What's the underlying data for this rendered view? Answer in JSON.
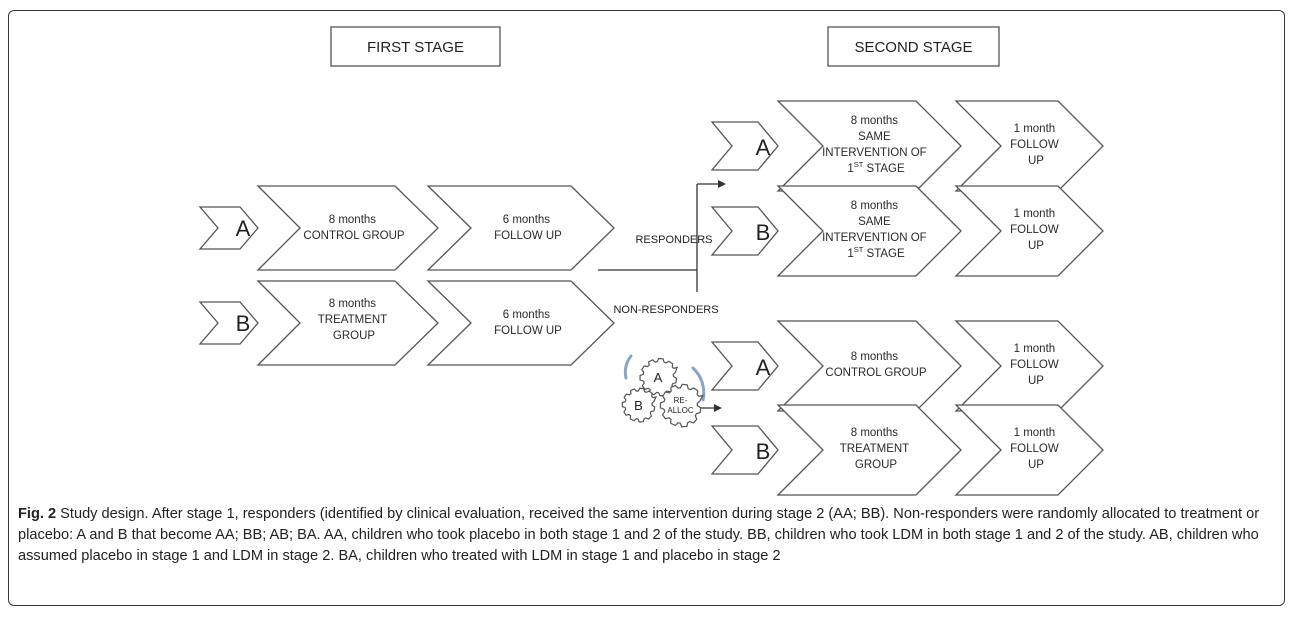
{
  "stages": {
    "first": "FIRST STAGE",
    "second": "SECOND STAGE"
  },
  "first_stage": {
    "rows": [
      {
        "letter": "A",
        "treatment": [
          "8 months",
          "CONTROL GROUP"
        ],
        "followup": [
          "6 months",
          "FOLLOW UP"
        ]
      },
      {
        "letter": "B",
        "treatment": [
          "8 months",
          "TREATMENT",
          "GROUP"
        ],
        "followup": [
          "6 months",
          "FOLLOW UP"
        ]
      }
    ]
  },
  "flow": {
    "responders": "RESPONDERS",
    "non_responders": "NON-RESPONDERS",
    "gears": [
      "A",
      "B",
      "RE-",
      "ALLOC"
    ]
  },
  "second_stage": {
    "rows": [
      {
        "letter": "A",
        "treatment": [
          "8 months",
          "SAME",
          "INTERVENTION OF",
          "1",
          "ST",
          " STAGE"
        ],
        "followup": [
          "1 month",
          "FOLLOW",
          "UP"
        ]
      },
      {
        "letter": "B",
        "treatment": [
          "8 months",
          "SAME",
          "INTERVENTION OF",
          "1",
          "ST",
          " STAGE"
        ],
        "followup": [
          "1 month",
          "FOLLOW",
          "UP"
        ]
      },
      {
        "letter": "A",
        "treatment": [
          "8 months",
          "CONTROL GROUP"
        ],
        "followup": [
          "1 month",
          "FOLLOW",
          "UP"
        ]
      },
      {
        "letter": "B",
        "treatment": [
          "8 months",
          "TREATMENT",
          "GROUP"
        ],
        "followup": [
          "1 month",
          "FOLLOW",
          "UP"
        ]
      }
    ]
  },
  "caption": {
    "label": "Fig. 2",
    "text": " Study design. After stage 1, responders (identified by clinical evaluation, received the same intervention during stage 2 (AA; BB). Non-responders were randomly allocated to treatment or placebo: A and B that become AA; BB; AB; BA. AA, children who took placebo in both stage 1 and 2 of the study. BB, children who took LDM in both stage 1 and 2 of the study. AB, children who assumed placebo in stage 1 and LDM in stage 2. BA, children who treated with LDM in stage 1 and placebo in stage 2"
  }
}
